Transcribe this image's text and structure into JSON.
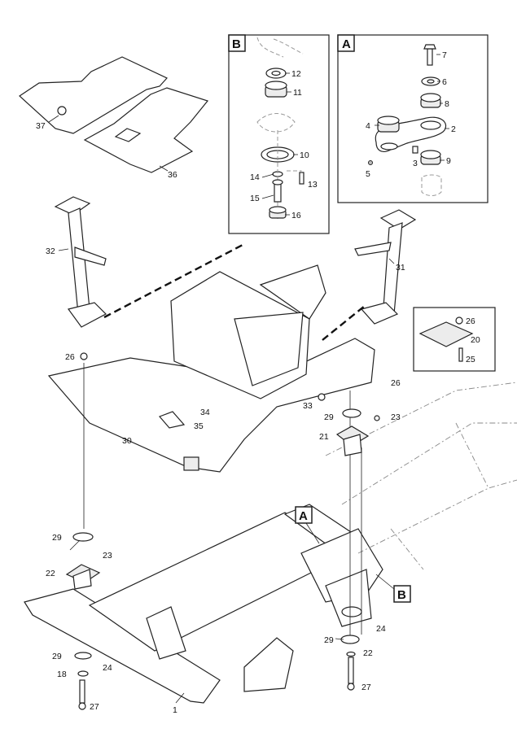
{
  "detail_boxes": [
    {
      "id": "detail-a",
      "label": "A"
    },
    {
      "id": "detail-b",
      "label": "B"
    }
  ],
  "view_markers": [
    {
      "id": "marker-a",
      "label": "A"
    },
    {
      "id": "marker-b",
      "label": "B"
    }
  ],
  "part_refs": [
    {
      "id": "ref-7",
      "label": "7"
    },
    {
      "id": "ref-6",
      "label": "6"
    },
    {
      "id": "ref-8",
      "label": "8"
    },
    {
      "id": "ref-4",
      "label": "4"
    },
    {
      "id": "ref-2",
      "label": "2"
    },
    {
      "id": "ref-3",
      "label": "3"
    },
    {
      "id": "ref-9",
      "label": "9"
    },
    {
      "id": "ref-5",
      "label": "5"
    },
    {
      "id": "ref-12",
      "label": "12"
    },
    {
      "id": "ref-11",
      "label": "11"
    },
    {
      "id": "ref-10",
      "label": "10"
    },
    {
      "id": "ref-14",
      "label": "14"
    },
    {
      "id": "ref-13",
      "label": "13"
    },
    {
      "id": "ref-15",
      "label": "15"
    },
    {
      "id": "ref-16",
      "label": "16"
    },
    {
      "id": "ref-37",
      "label": "37"
    },
    {
      "id": "ref-36",
      "label": "36"
    },
    {
      "id": "ref-32",
      "label": "32"
    },
    {
      "id": "ref-31",
      "label": "31"
    },
    {
      "id": "ref-26-inset",
      "label": "26"
    },
    {
      "id": "ref-20",
      "label": "20"
    },
    {
      "id": "ref-25",
      "label": "25"
    },
    {
      "id": "ref-26-left",
      "label": "26"
    },
    {
      "id": "ref-26-right",
      "label": "26"
    },
    {
      "id": "ref-34",
      "label": "34"
    },
    {
      "id": "ref-35",
      "label": "35"
    },
    {
      "id": "ref-30",
      "label": "30"
    },
    {
      "id": "ref-33",
      "label": "33"
    },
    {
      "id": "ref-29-upper",
      "label": "29"
    },
    {
      "id": "ref-23-upper",
      "label": "23"
    },
    {
      "id": "ref-21",
      "label": "21"
    },
    {
      "id": "ref-29-left",
      "label": "29"
    },
    {
      "id": "ref-23-left",
      "label": "23"
    },
    {
      "id": "ref-22-left",
      "label": "22"
    },
    {
      "id": "ref-29-lowerleft",
      "label": "29"
    },
    {
      "id": "ref-24-left",
      "label": "24"
    },
    {
      "id": "ref-18",
      "label": "18"
    },
    {
      "id": "ref-27-left",
      "label": "27"
    },
    {
      "id": "ref-1",
      "label": "1"
    },
    {
      "id": "ref-24-right",
      "label": "24"
    },
    {
      "id": "ref-29-right",
      "label": "29"
    },
    {
      "id": "ref-22-right",
      "label": "22"
    },
    {
      "id": "ref-27-right",
      "label": "27"
    }
  ]
}
